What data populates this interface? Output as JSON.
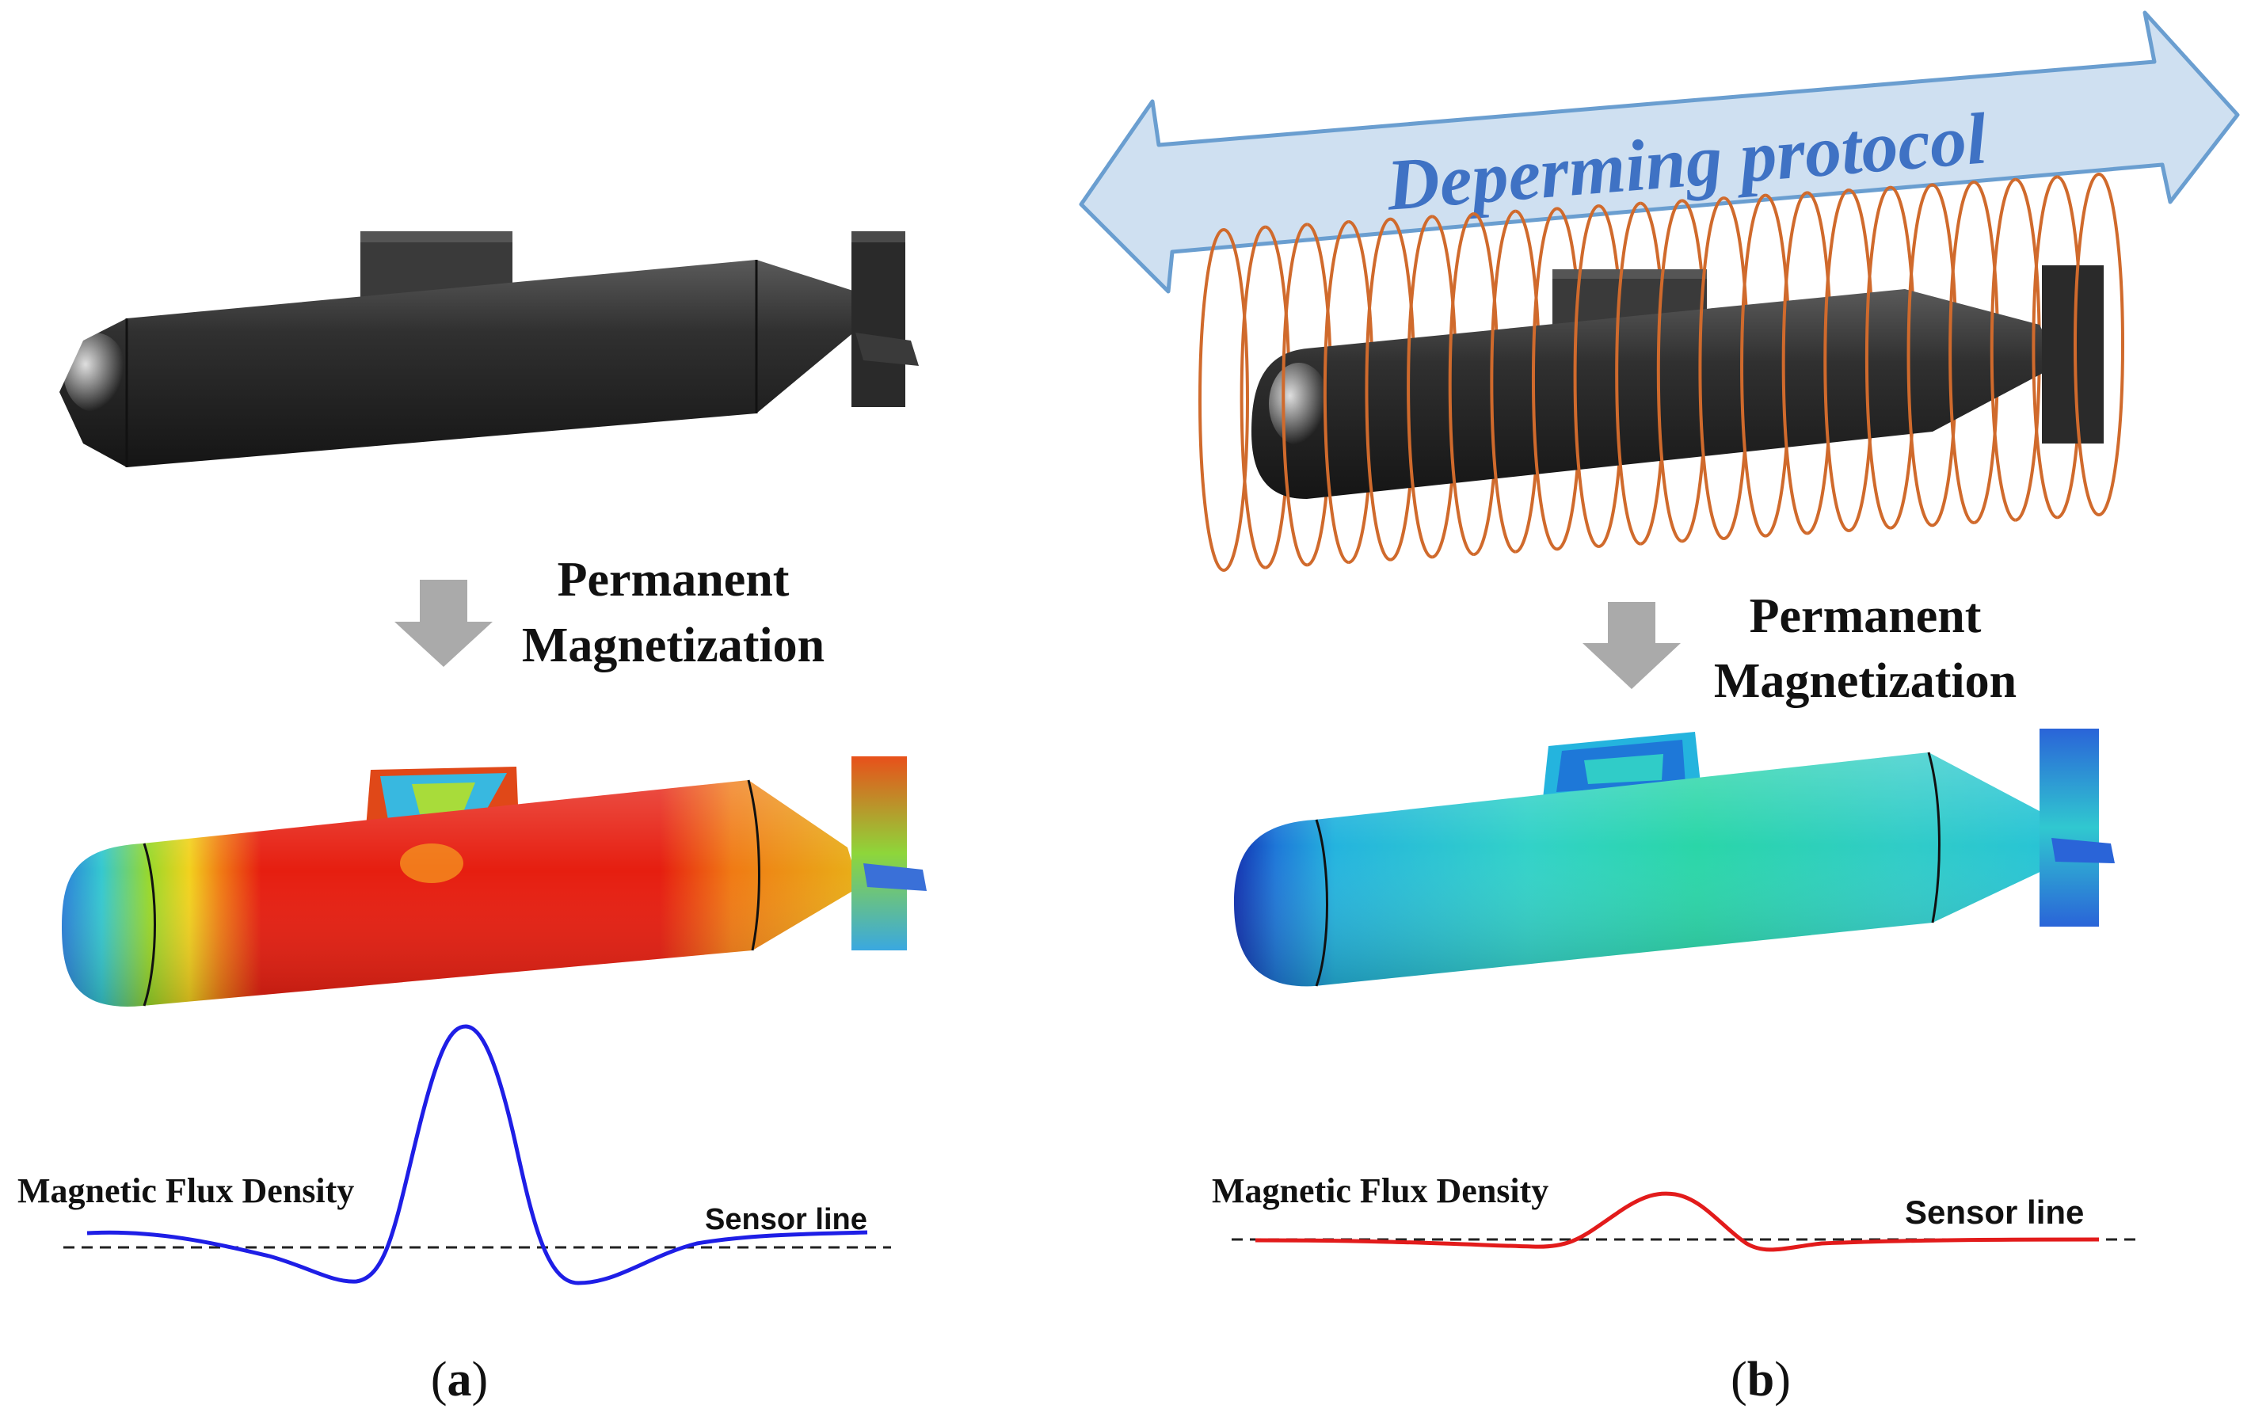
{
  "panel_a": {
    "step_label_line1": "Permanent",
    "step_label_line2": "Magnetization",
    "signal_label": "Magnetic Flux Density",
    "sensor_label": "Sensor line",
    "caption_open": "(",
    "caption_letter": "a",
    "caption_close": ")",
    "signal_color": "#1e1ee6",
    "magnetization_colors": [
      "#e81e10",
      "#f0c020",
      "#30c8d0",
      "#1e78d8"
    ]
  },
  "panel_b": {
    "protocol_label": "Deperming protocol",
    "step_label_line1": "Permanent",
    "step_label_line2": "Magnetization",
    "signal_label": "Magnetic Flux Density",
    "sensor_label": "Sensor line",
    "caption_open": "(",
    "caption_letter": "b",
    "caption_close": ")",
    "signal_color": "#e21b1b",
    "coil_color": "#d06a2c",
    "arrow_color": "#cfe0f1",
    "magnetization_colors": [
      "#2cd6b8",
      "#1ec8d8",
      "#1e78d8",
      "#1030b0"
    ]
  },
  "colors": {
    "hull_dark": "#2b2b2b",
    "process_arrow": "#aaaaaa",
    "sensor_line": "#222222"
  }
}
